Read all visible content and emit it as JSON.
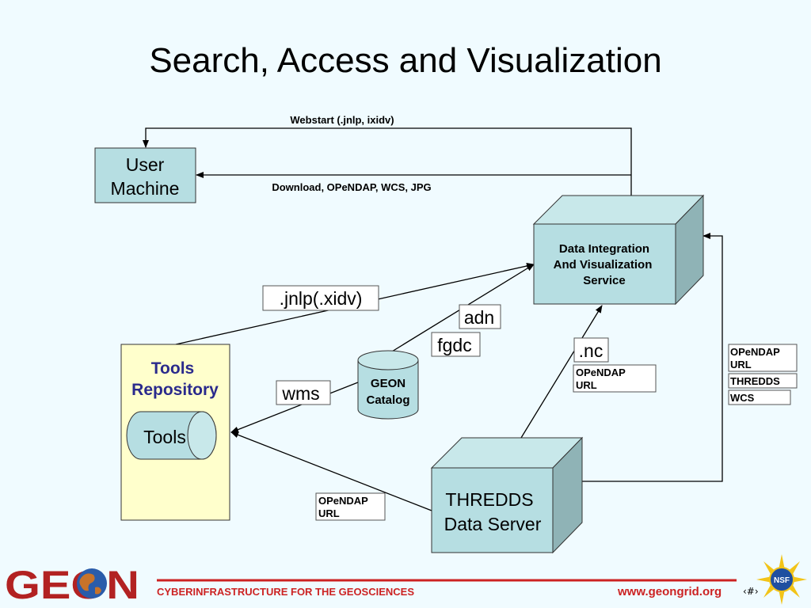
{
  "title": "Search, Access and Visualization",
  "user_machine": [
    "User",
    "Machine"
  ],
  "data_integration": [
    "Data Integration",
    "And Visualization",
    "Service"
  ],
  "tools_repository": [
    "Tools",
    "Repository"
  ],
  "tools": "Tools",
  "geon_catalog": [
    "GEON",
    "Catalog"
  ],
  "thredds": [
    "THREDDS",
    "Data Server"
  ],
  "edge_labels": {
    "webstart": "Webstart (.jnlp, ixidv)",
    "download": "Download, OPeNDAP, WCS, JPG",
    "jnlp": ".jnlp(.xidv)",
    "adn": "adn",
    "fgdc": "fgdc",
    "wms": "wms",
    "nc": ".nc",
    "opendap_mid": [
      "OPeNDAP",
      "URL"
    ],
    "opendap_bottom": [
      "OPeNDAP",
      "URL"
    ],
    "right_stack": [
      "OPeNDAP",
      "URL",
      "THREDDS",
      "WCS"
    ]
  },
  "footer": {
    "logo": "GEON",
    "tagline": "CYBERINFRASTRUCTURE FOR THE GEOSCIENCES",
    "website": "www.geongrid.org",
    "page": "‹#›",
    "nsf": "NSF"
  },
  "colors": {
    "background": "#f0fbff",
    "box_fill": "#b6dee2",
    "box_side": "#8fb3b6",
    "repository_fill": "#ffffcc",
    "repository_text": "#2a2a8c",
    "footer_red": "#cc2222"
  }
}
